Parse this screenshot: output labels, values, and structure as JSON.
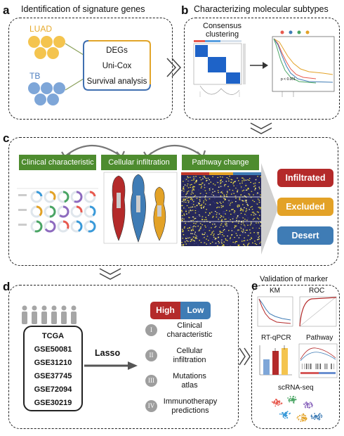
{
  "panel_a": {
    "label": "a",
    "title": "Identification of signature genes",
    "group1": "LUAD",
    "group2": "TB",
    "methods": [
      "DEGs",
      "Uni-Cox",
      "Survival analysis"
    ]
  },
  "panel_b": {
    "label": "b",
    "title": "Characterizing molecular subtypes",
    "clustering_label": "Consensus\nclustering",
    "pvalue": "p < 0.001"
  },
  "panel_c": {
    "label": "c",
    "headers": [
      "Clinical characteristic",
      "Cellular infiltration",
      "Pathway change"
    ],
    "subtypes": [
      "Infiltrated",
      "Excluded",
      "Desert"
    ]
  },
  "panel_d": {
    "label": "d",
    "datasets": [
      "TCGA",
      "GSE50081",
      "GSE31210",
      "GSE37745",
      "GSE72094",
      "GSE30219"
    ],
    "method": "Lasso",
    "groups": [
      "High",
      "Low"
    ],
    "items": [
      {
        "num": "I",
        "text": "Clinical\ncharacteristic"
      },
      {
        "num": "II",
        "text": "Cellular\ninfiltration"
      },
      {
        "num": "III",
        "text": "Mutations\natlas"
      },
      {
        "num": "IV",
        "text": "Immunotherapy\npredictions"
      }
    ]
  },
  "panel_e": {
    "label": "e",
    "title": "Validation of marker",
    "subplots": [
      "KM",
      "ROC",
      "RT-qPCR",
      "Pathway",
      "scRNA-seq"
    ]
  },
  "colors": {
    "yellow": "#f4c44e",
    "blue": "#7ea6d8",
    "green": "#4e8c2f",
    "red": "#b42a2a",
    "orange": "#e3a227",
    "steelblue": "#3f7cb5"
  }
}
